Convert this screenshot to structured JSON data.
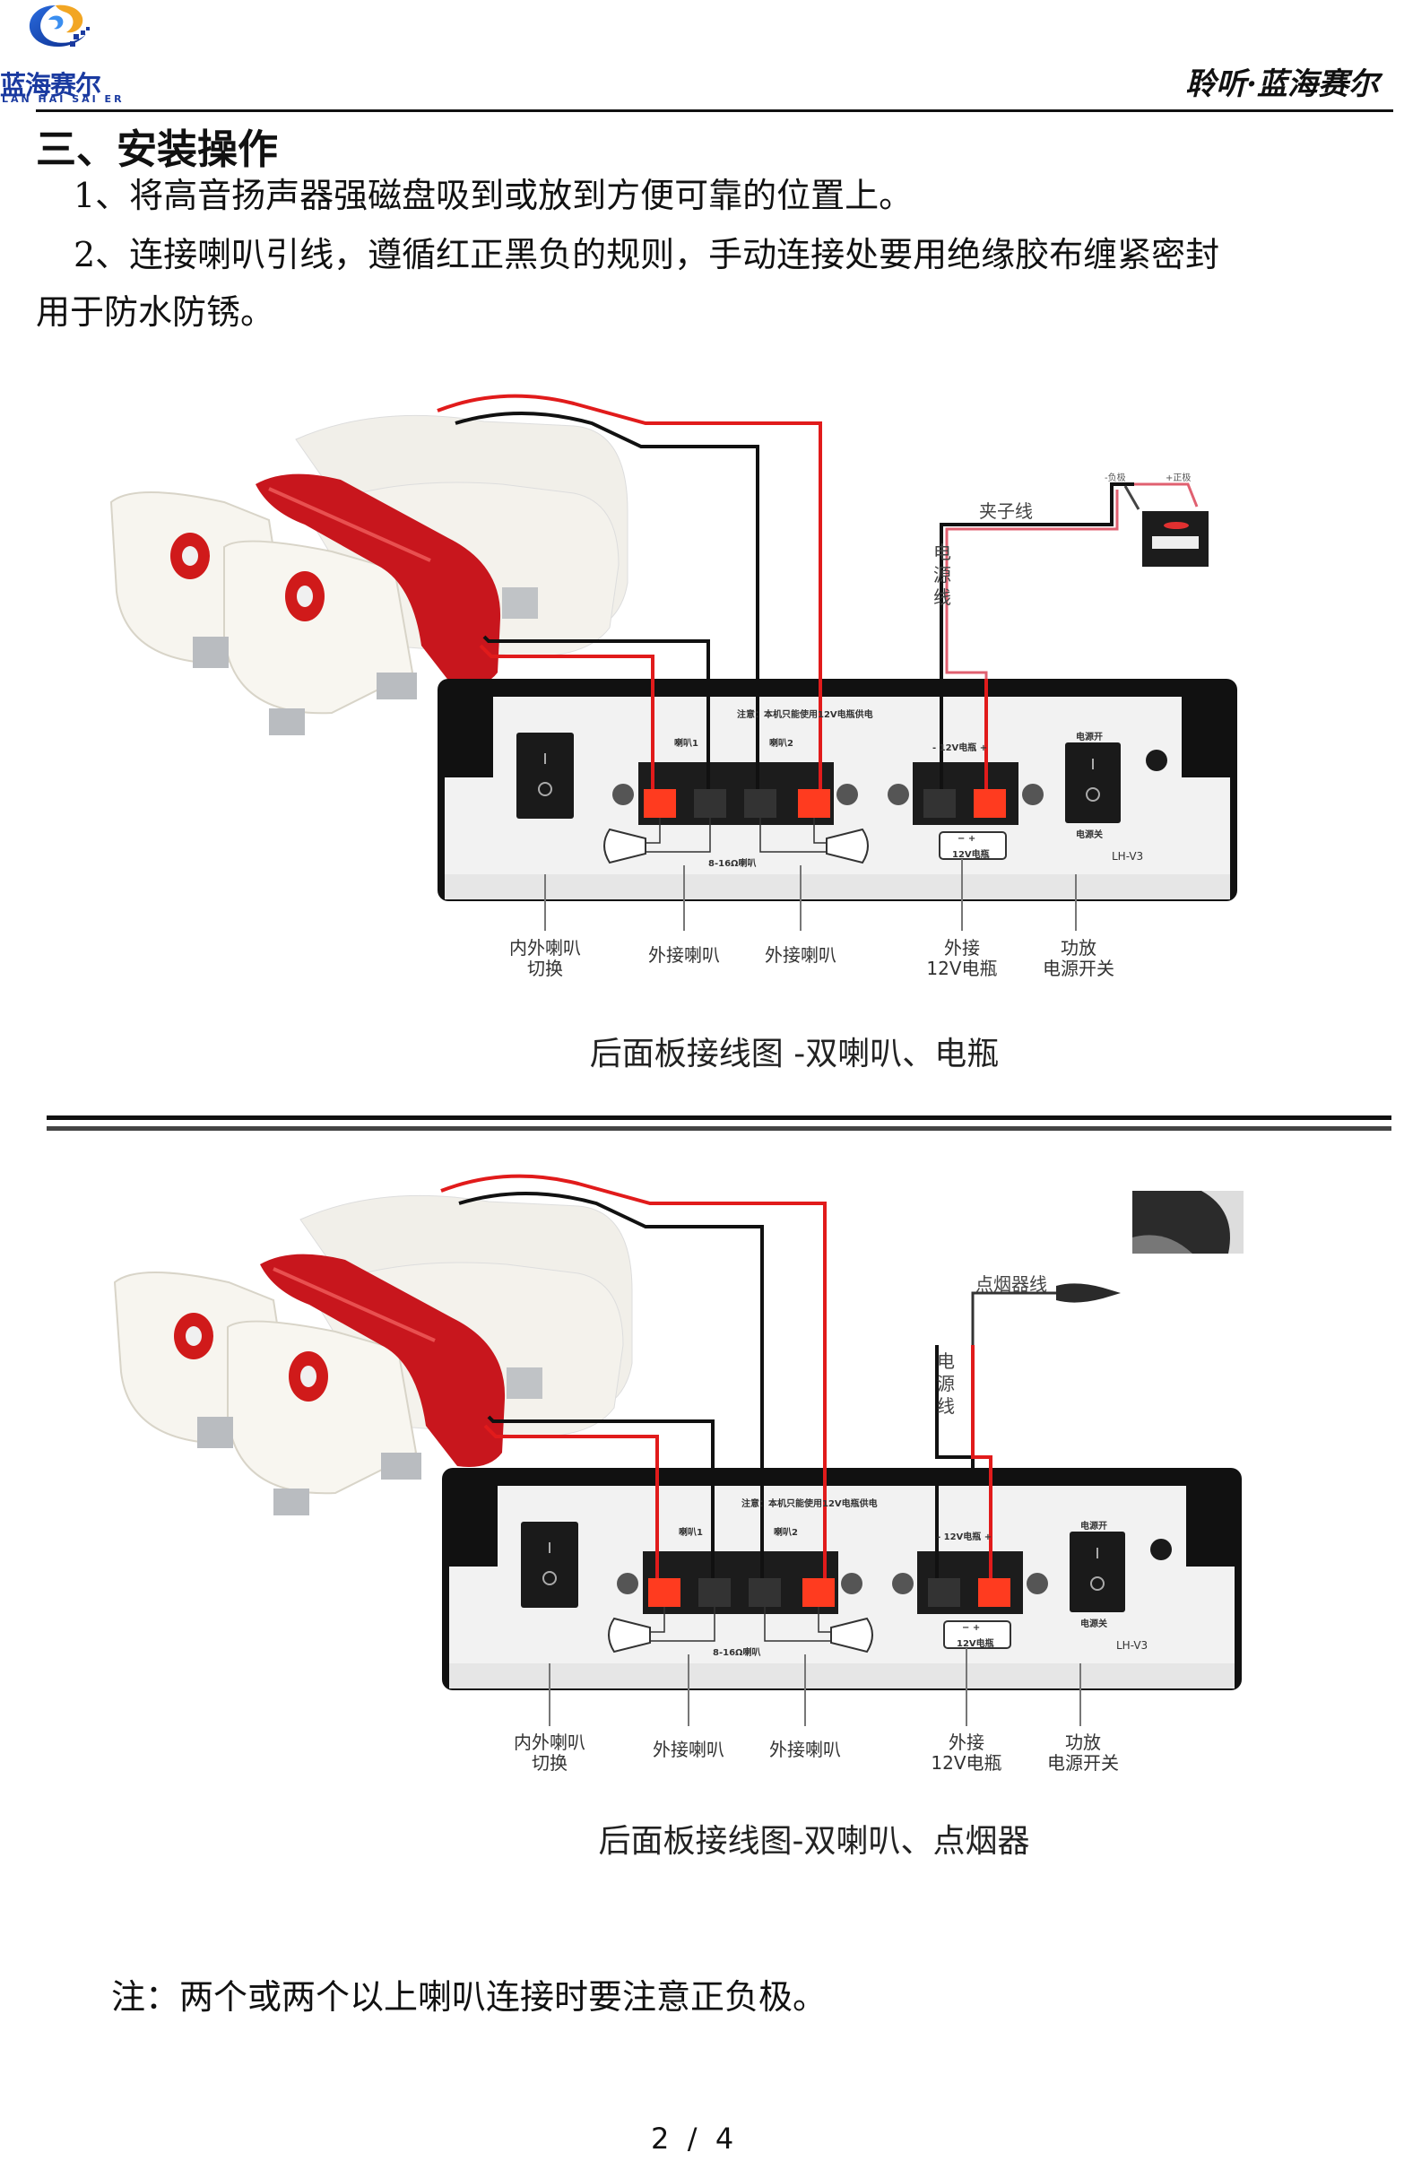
{
  "header": {
    "logo_cn": "蓝海赛尔",
    "logo_en": "LAN HAI SAI ER",
    "slogan": "聆听·蓝海赛尔",
    "logo_icon": "brand-swirl-logo"
  },
  "section": {
    "title": "三、安装操作",
    "paragraphs": [
      "1、将高音扬声器强磁盘吸到或放到方便可靠的位置上。",
      "2、连接喇叭引线，遵循红正黑负的规则，手动连接处要用绝缘胶布缠紧密封",
      "用于防水防锈。"
    ]
  },
  "colors": {
    "wire_positive": "#e11b1b",
    "wire_negative": "#111111",
    "horn_band": "#c8161d",
    "brand_blue": "#1a3aa0",
    "terminal_red": "#ff3b1f"
  },
  "panel": {
    "warning": "注意：本机只能使用12V电瓶供电",
    "speaker1": "喇叭1",
    "speaker2": "喇叭2",
    "speaker_spec": "8-16Ω喇叭",
    "power_in": "- 12V电瓶 +",
    "power_box_sign": "−  +",
    "power_box_label": "12V电瓶",
    "switch_on": "电源开",
    "switch_off": "电源关",
    "model": "LH-V3"
  },
  "callouts": [
    {
      "line1": "内外喇叭",
      "line2": "切换"
    },
    {
      "line1": "外接喇叭",
      "line2": ""
    },
    {
      "line1": "外接喇叭",
      "line2": ""
    },
    {
      "line1": "外接",
      "line2": "12V电瓶"
    },
    {
      "line1": "功放",
      "line2": "电源开关"
    }
  ],
  "diagram1": {
    "power_wire_label": [
      "电",
      "源",
      "线"
    ],
    "clip_wire_label": "夹子线",
    "battery_neg": "-负极",
    "battery_pos": "+正极",
    "caption": "后面板接线图 -双喇叭、电瓶"
  },
  "diagram2": {
    "power_wire_label": [
      "电",
      "源",
      "线"
    ],
    "lighter_wire_label": "点烟器线",
    "caption": "后面板接线图-双喇叭、点烟器"
  },
  "note": "注：两个或两个以上喇叭连接时要注意正负极。",
  "footer": {
    "page": "2  /  4"
  }
}
